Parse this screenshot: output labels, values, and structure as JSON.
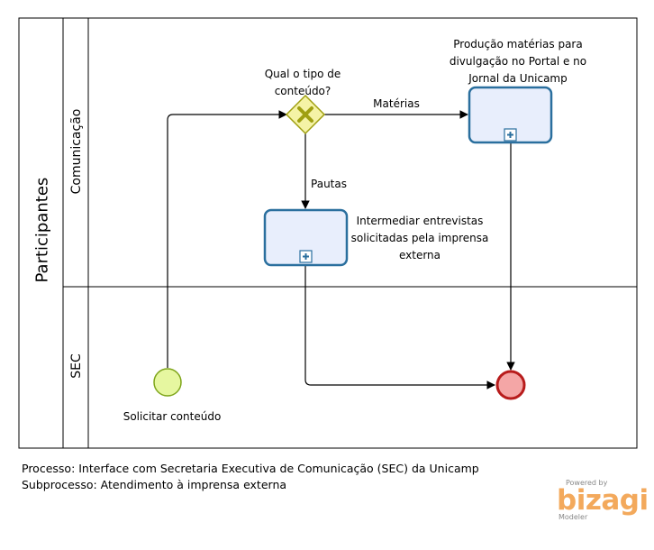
{
  "pool": {
    "label": "Participantes"
  },
  "lanes": [
    {
      "label": "Comunicação"
    },
    {
      "label": "SEC"
    }
  ],
  "gateway": {
    "label_lines": [
      "Qual o tipo de",
      "conteúdo?"
    ]
  },
  "tasks": [
    {
      "label_lines": [
        "Produção matérias para",
        "divulgação no Portal e no",
        "Jornal da Unicamp"
      ]
    },
    {
      "label_lines": [
        "Intermediar entrevistas",
        "solicitadas pela imprensa",
        "externa"
      ]
    }
  ],
  "start_event": {
    "label": "Solicitar conteúdo"
  },
  "flows": {
    "materias": "Matérias",
    "pautas": "Pautas"
  },
  "footer": {
    "process": "Processo: Interface com Secretaria Executiva de Comunicação (SEC) da Unicamp",
    "subprocess": "Subprocesso: Atendimento à imprensa externa"
  },
  "branding": {
    "powered": "Powered by",
    "logo": "bizagi",
    "product": "Modeler"
  },
  "colors": {
    "task_fill": "#e8eefc",
    "task_stroke": "#2a6f9e",
    "gateway_fill": "#f5f3a6",
    "gateway_stroke": "#a0a012",
    "start_fill": "#e6f7a0",
    "start_stroke": "#7ea51a",
    "end_fill": "#f4a6a6",
    "end_stroke": "#b81c1c"
  }
}
